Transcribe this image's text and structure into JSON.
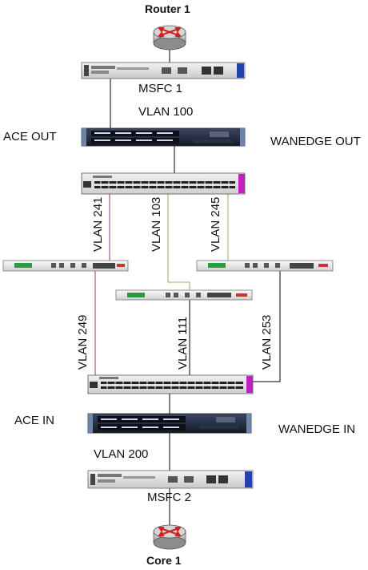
{
  "devices": {
    "router_top": {
      "label": "Router 1"
    },
    "msfc_top": {
      "label": "MSFC 1"
    },
    "ace_out": {
      "label": "ACE OUT"
    },
    "wanedge_out": {
      "label": "WANEDGE OUT"
    },
    "ace_in": {
      "label": "ACE IN"
    },
    "wanedge_in": {
      "label": "WANEDGE IN"
    },
    "msfc_bottom": {
      "label": "MSFC 2"
    },
    "router_bottom": {
      "label": "Core 1"
    }
  },
  "vlans": {
    "v100": "VLAN 100",
    "v241": "VLAN 241",
    "v103": "VLAN 103",
    "v245": "VLAN 245",
    "v249": "VLAN 249",
    "v111": "VLAN 111",
    "v253": "VLAN 253",
    "v200": "VLAN 200"
  },
  "colors": {
    "link_black": "#000000",
    "link_purple": "#9b2b7b",
    "link_olive": "#a8a070",
    "router_red": "#cc2222",
    "chassis_dark": "#1c2233",
    "chassis_light": "#e2e2e2",
    "accent_blue": "#2244aa",
    "accent_magenta": "#c020c0",
    "panel_green": "#2c9a44"
  },
  "icons": {
    "router": "router-icon",
    "msfc": "msfc-chassis-icon",
    "server": "ace-server-icon",
    "switch": "switch-icon",
    "appliance": "appliance-icon"
  }
}
